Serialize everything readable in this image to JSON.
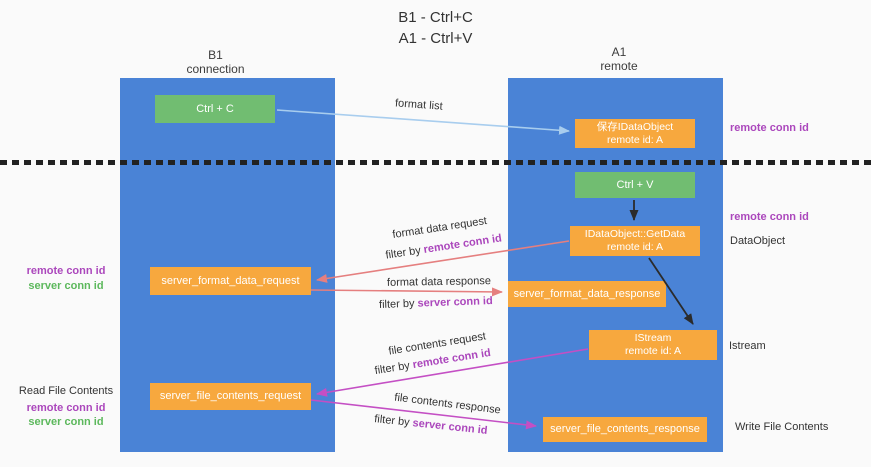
{
  "title": {
    "line1": "B1 - Ctrl+C",
    "line2": "A1 - Ctrl+V"
  },
  "columns": {
    "left": {
      "name": "B1",
      "role": "connection"
    },
    "right": {
      "name": "A1",
      "role": "remote"
    }
  },
  "boxes": {
    "ctrl_c": {
      "label": "Ctrl + C"
    },
    "save_idataobject": {
      "line1": "保存IDataObject",
      "line2": "remote id: A"
    },
    "ctrl_v": {
      "label": "Ctrl + V"
    },
    "getdata": {
      "line1": "IDataObject::GetData",
      "line2": "remote id: A"
    },
    "format_request": {
      "label": "server_format_data_request"
    },
    "format_response": {
      "label": "server_format_data_response"
    },
    "istream": {
      "line1": "IStream",
      "line2": "remote id: A"
    },
    "file_request": {
      "label": "server_file_contents_request"
    },
    "file_response": {
      "label": "server_file_contents_response"
    }
  },
  "flow_labels": {
    "format_list": "format list",
    "format_data_request": "format data request",
    "format_data_request_filter": "filter by ",
    "format_data_request_filter_key": "remote conn id",
    "format_data_response": "format data response",
    "format_data_response_filter": "filter by ",
    "format_data_response_filter_key": "server conn id",
    "file_contents_request": "file contents request",
    "file_contents_request_filter": "filter by ",
    "file_contents_request_filter_key": "remote conn id",
    "file_contents_response": "file contents response",
    "file_contents_response_filter": "filter by ",
    "file_contents_response_filter_key": "server conn id"
  },
  "left_annotations": {
    "remote_conn_id": "remote conn id",
    "server_conn_id": "server conn id",
    "read_file_contents": "Read File Contents",
    "remote_conn_id_2": "remote conn id",
    "server_conn_id_2": "server conn id"
  },
  "right_annotations": {
    "remote_conn_id_top": "remote conn id",
    "remote_conn_id_mid": "remote conn id",
    "dataobject": "DataObject",
    "istream": "Istream",
    "write_file_contents": "Write File Contents"
  },
  "colors": {
    "column_blue": "#4a83d6",
    "box_green": "#71bd71",
    "box_orange": "#f7a83e",
    "arrow_lightblue": "#a8cdee",
    "arrow_red": "#e57f7f",
    "arrow_magenta": "#c44fc4",
    "conn_purple": "#ab47bc",
    "conn_green": "#5cb85c",
    "text_dark": "#333333"
  }
}
